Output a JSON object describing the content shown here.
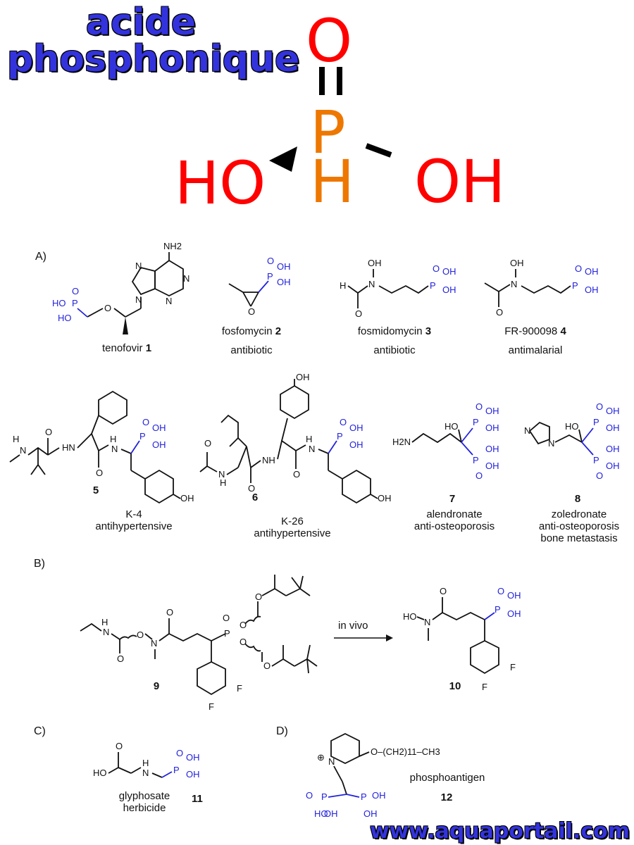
{
  "header": {
    "title_line1": "acide",
    "title_line2": "phosphonique"
  },
  "main_structure": {
    "atom_O": "O",
    "atom_P": "P",
    "atom_H": "H",
    "group_left": "HO",
    "group_right": "OH",
    "colors": {
      "oxygen": "#ff0000",
      "phosphorus": "#ee7700"
    }
  },
  "sections": {
    "a": "A)",
    "b": "B)",
    "c": "C)",
    "d": "D)"
  },
  "compounds": [
    {
      "number": "1",
      "name": "tenofovir",
      "activity": ""
    },
    {
      "number": "2",
      "name": "fosfomycin",
      "activity": "antibiotic"
    },
    {
      "number": "3",
      "name": "fosmidomycin",
      "activity": "antibiotic"
    },
    {
      "number": "4",
      "name": "FR-900098",
      "activity": "antimalarial"
    },
    {
      "number": "5",
      "name": "K-4",
      "activity": "antihypertensive"
    },
    {
      "number": "6",
      "name": "K-26",
      "activity": "antihypertensive"
    },
    {
      "number": "7",
      "name": "alendronate",
      "activity": "anti-osteoporosis"
    },
    {
      "number": "8",
      "name": "zoledronate",
      "activity": "anti-osteoporosis",
      "activity2": "bone metastasis"
    },
    {
      "number": "9"
    },
    {
      "number": "10"
    },
    {
      "number": "11",
      "name": "glyphosate",
      "activity": "herbicide"
    },
    {
      "number": "12",
      "name": "phosphoantigen"
    }
  ],
  "reaction": {
    "arrow_label": "in vivo"
  },
  "atoms": {
    "NH2": "NH2",
    "N": "N",
    "H": "H",
    "O": "O",
    "P": "P",
    "OH": "OH",
    "HO": "HO",
    "NH": "NH",
    "HN": "HN",
    "H2N": "H2N",
    "F": "F",
    "plus": "⊕",
    "chain": "O–(CH2)11–CH3"
  },
  "colors": {
    "phosphonate": "#2222dd",
    "title": "#3333dd"
  },
  "footer": {
    "site": "www.aquaportail.com"
  }
}
